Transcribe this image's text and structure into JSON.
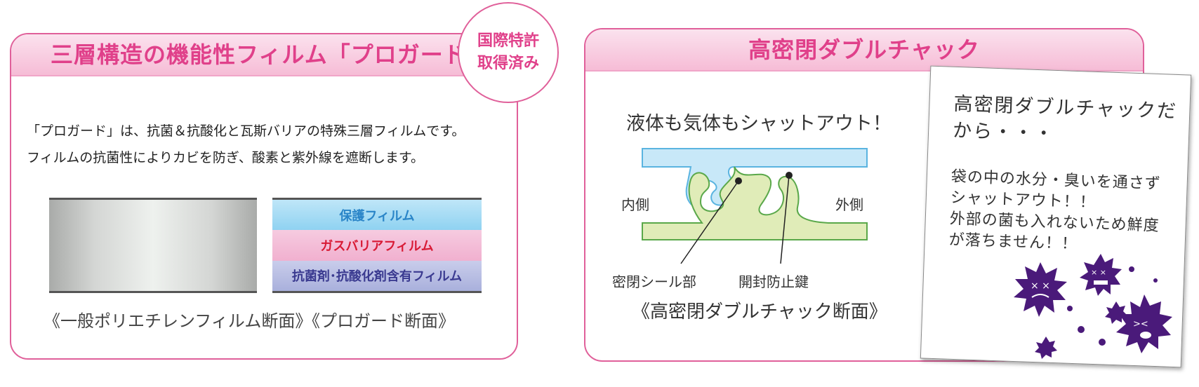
{
  "left_panel": {
    "title": "三層構造の機能性フィルム「プロガード」",
    "badge_line1": "国際特許",
    "badge_line2": "取得済み",
    "description_line1": "「プロガード」は、抗菌＆抗酸化と瓦斯バリアの特殊三層フィルムです。",
    "description_line2": "フィルムの抗菌性によりカビを防ぎ、酸素と紫外線を遮断します。",
    "layers": [
      "保護フィルム",
      "ガスバリアフィルム",
      "抗菌剤･抗酸化剤含有フィルム"
    ],
    "caption_plain": "《一般ポリエチレンフィルム断面》",
    "caption_progard": "《プロガード断面》"
  },
  "right_panel": {
    "title": "高密閉ダブルチャック",
    "headline": "液体も気体もシャットアウト！",
    "label_inside": "内側",
    "label_outside": "外側",
    "label_seal": "密閉シール部",
    "label_lock": "開封防止鍵",
    "caption": "《高密閉ダブルチャック断面》"
  },
  "note": {
    "heading_line1": "高密閉ダブルチャックだ",
    "heading_line2": "から・・・",
    "body_line1": "袋の中の水分・臭いを通さず",
    "body_line2": "シャットアウト！！",
    "body_line3": "外部の菌も入れないため鮮度",
    "body_line4": "が落ちません！！"
  },
  "colors": {
    "accent_pink": "#e0408a",
    "border_pink": "#e0609a",
    "germ_purple": "#4a1a7a",
    "zipper_blue": "#c8e8f8",
    "zipper_green": "#e0ecb8"
  }
}
